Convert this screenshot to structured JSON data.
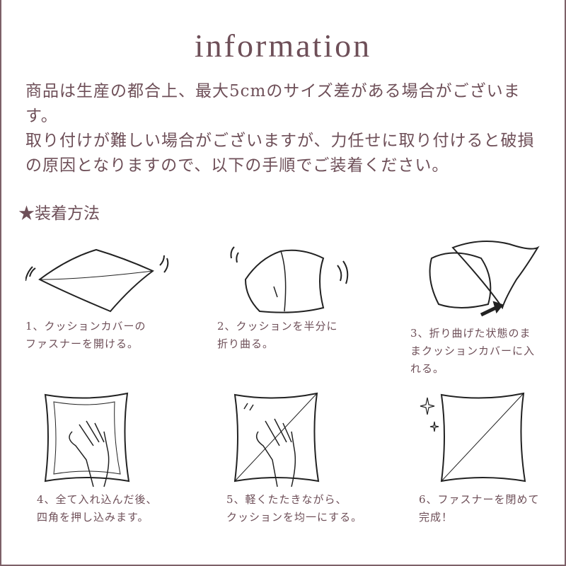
{
  "title": "information",
  "intro": [
    "商品は生産の都合上、最大5cmのサイズ差がある場合がございます。",
    "取り付けが難しい場合がございますが、力任せに取り付けると破損の原因となりますので、以下の手順でご装着ください。"
  ],
  "method_heading": "★装着方法",
  "steps": [
    {
      "lines": [
        "1、クッションカバーの",
        "ファスナーを開ける。"
      ],
      "icon": "open-zipper-cushion"
    },
    {
      "lines": [
        "2、クッションを半分に",
        "折り曲る。"
      ],
      "icon": "fold-cushion"
    },
    {
      "lines": [
        "3、折り曲げた状態のま",
        "まクッションカバーに入",
        "れる。"
      ],
      "icon": "insert-cushion"
    },
    {
      "lines": [
        "4、全て入れ込んだ後、",
        "四角を押し込みます。"
      ],
      "icon": "push-corners"
    },
    {
      "lines": [
        "5、軽くたたきながら、",
        "クッションを均一にする。"
      ],
      "icon": "pat-cushion"
    },
    {
      "lines": [
        "6、ファスナーを閉めて",
        "完成！"
      ],
      "icon": "finished-cushion"
    }
  ],
  "colors": {
    "text": "#6e4f58",
    "border": "#7d6068",
    "line": "#222222"
  }
}
